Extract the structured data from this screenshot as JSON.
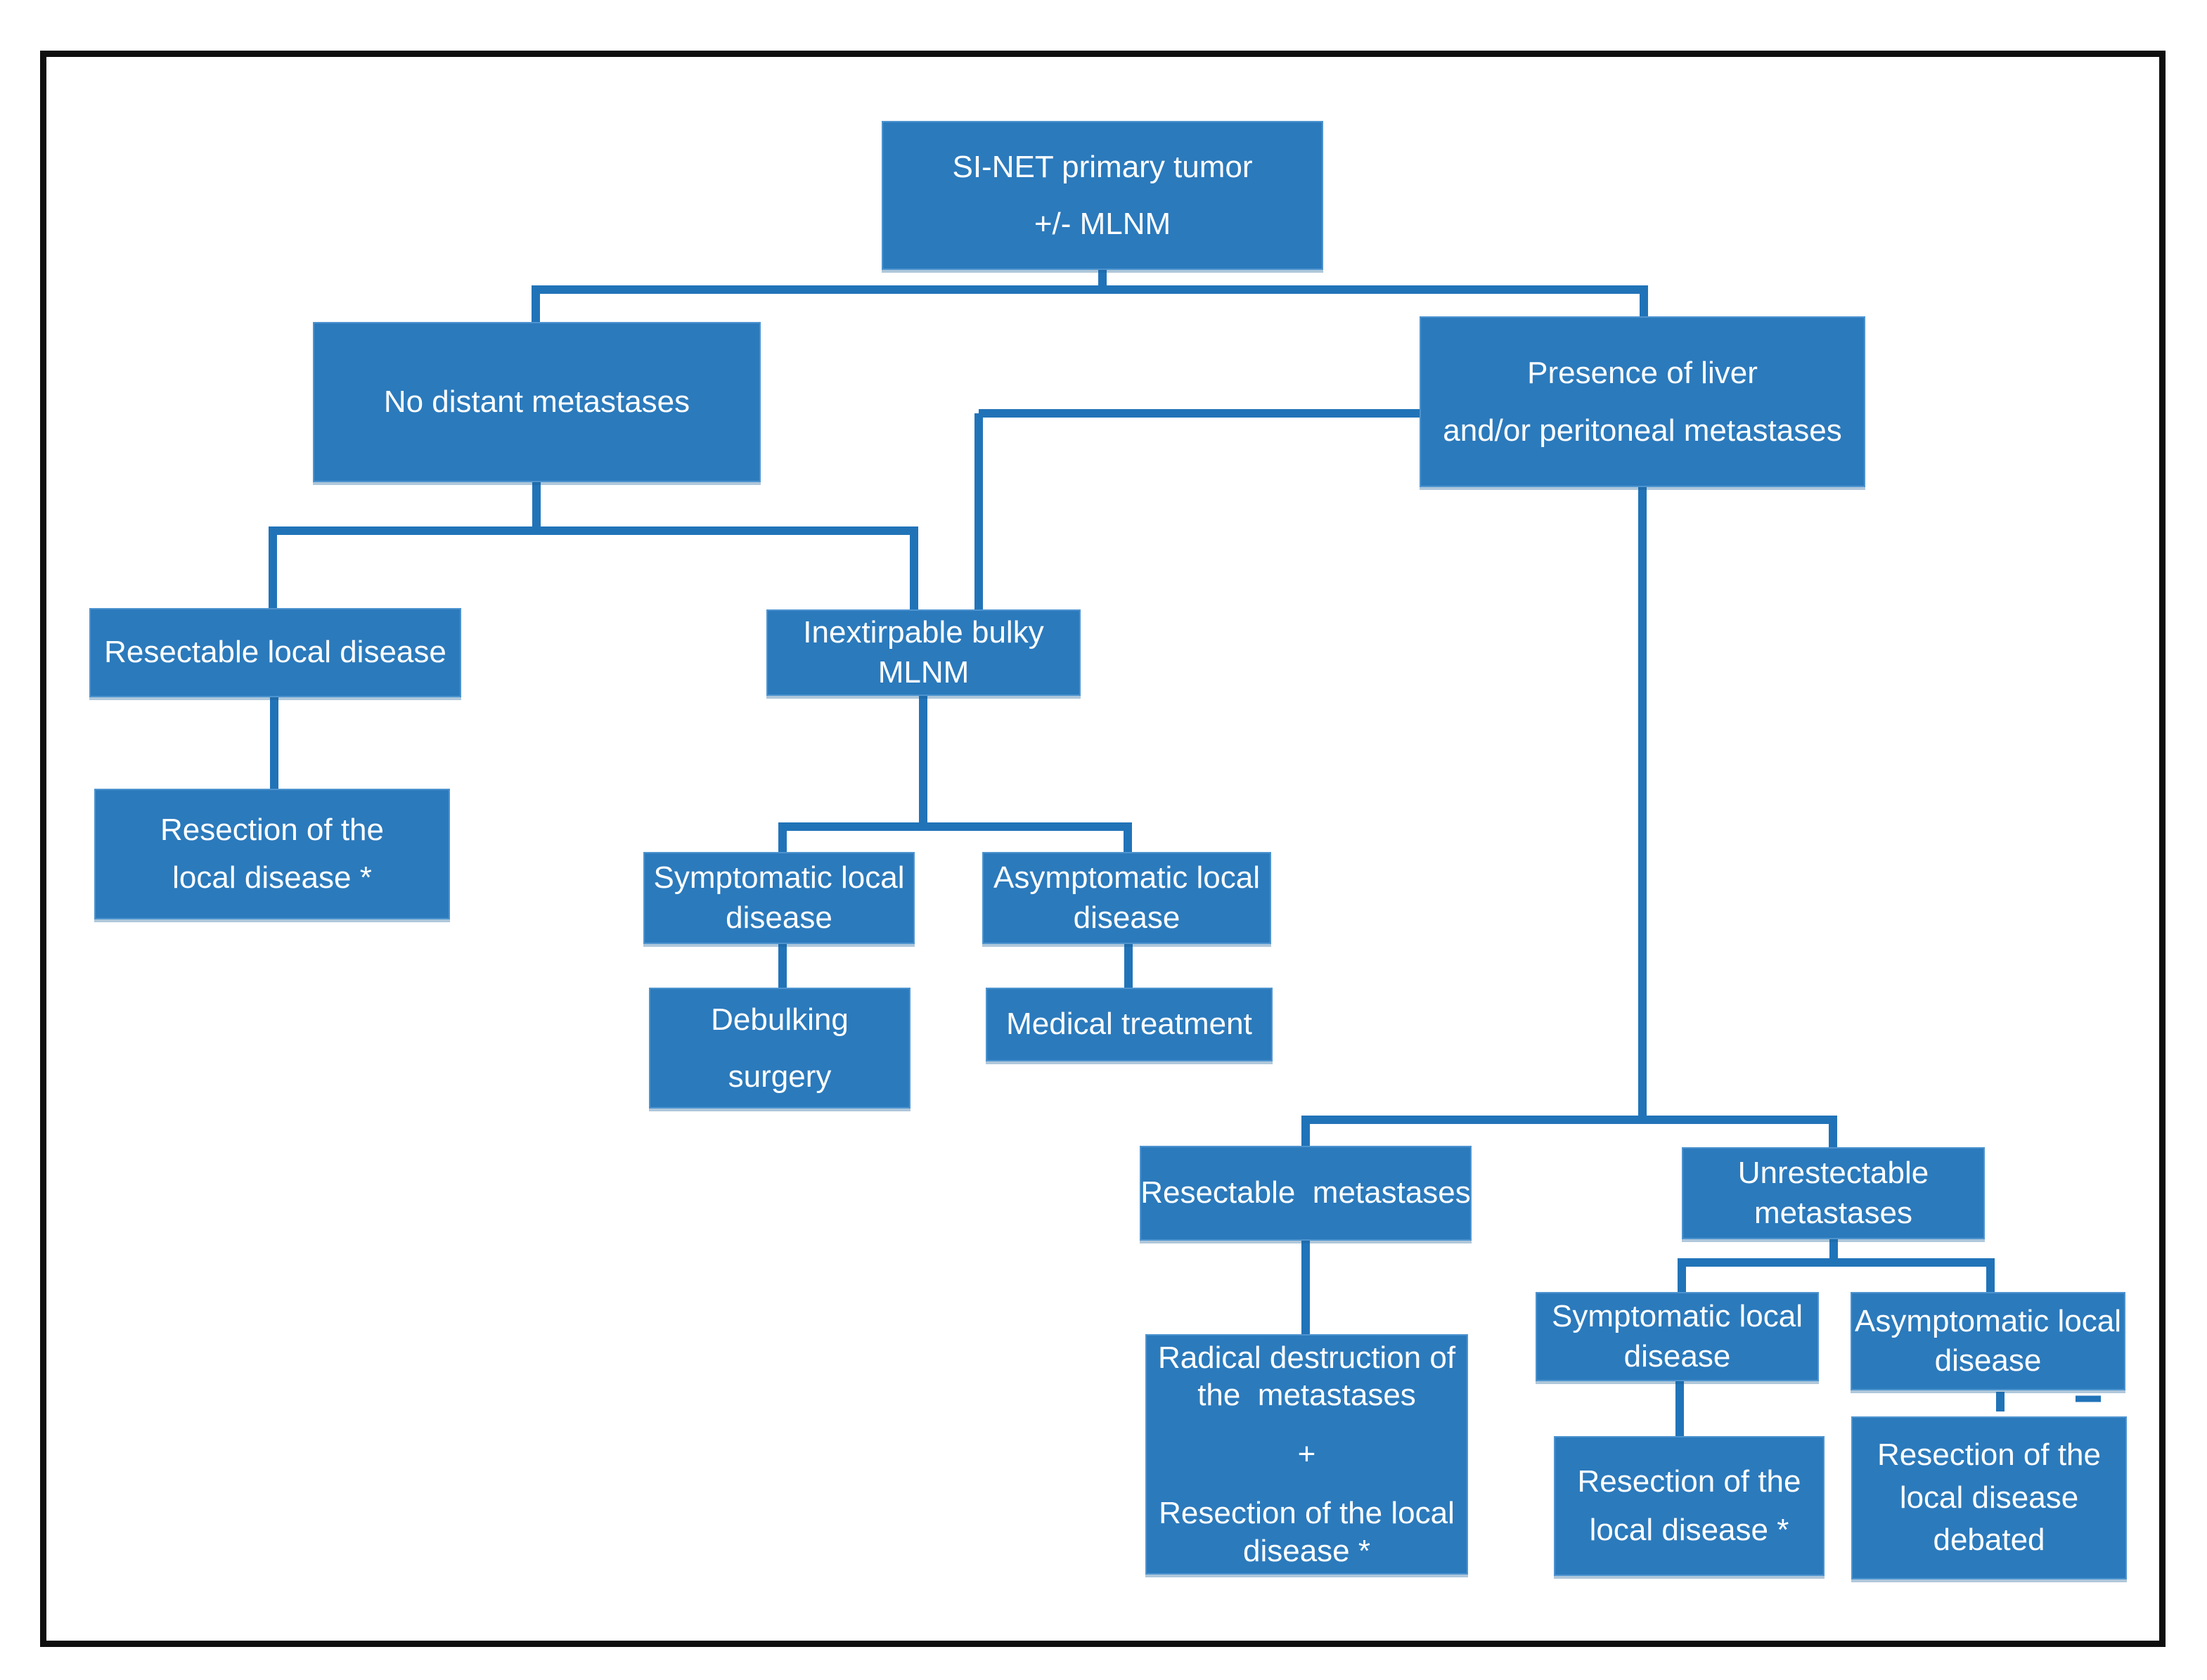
{
  "colors": {
    "node_fill": "#2b7abc",
    "node_border": "#4e94cf",
    "connector": "#2173b8",
    "frame": "#0f0f0f",
    "text": "#ffffff",
    "background": "#ffffff"
  },
  "nodes": {
    "primary": {
      "lines": [
        "SI-NET primary tumor",
        "+/- MLNM"
      ]
    },
    "no_distant": {
      "lines": [
        "No distant metastases"
      ]
    },
    "presence": {
      "lines": [
        "Presence of liver",
        "and/or peritoneal metastases"
      ]
    },
    "resectable_local": {
      "lines": [
        "Resectable local disease"
      ]
    },
    "resection_local": {
      "lines": [
        "Resection of the",
        "local disease *"
      ]
    },
    "inextirpable": {
      "lines": [
        "Inextirpable bulky",
        "MLNM"
      ]
    },
    "symptomatic_mid": {
      "lines": [
        "Symptomatic local",
        "disease"
      ]
    },
    "asymptomatic_mid": {
      "lines": [
        "Asymptomatic local",
        "disease"
      ]
    },
    "debulking": {
      "lines": [
        "Debulking",
        "surgery"
      ]
    },
    "medical": {
      "lines": [
        "Medical treatment"
      ]
    },
    "resectable_mets": {
      "lines": [
        "Resectable  metastases"
      ]
    },
    "unrestectable": {
      "lines": [
        "Unrestectable",
        "metastases"
      ]
    },
    "radical": {
      "lines": [
        "Radical destruction of",
        "the  metastases",
        "+",
        "Resection of the local",
        "disease *"
      ]
    },
    "symptomatic_right": {
      "lines": [
        "Symptomatic local",
        "disease"
      ]
    },
    "asymptomatic_right": {
      "lines": [
        "Asymptomatic local",
        "disease"
      ]
    },
    "resection_right": {
      "lines": [
        "Resection of the",
        "local disease *"
      ]
    },
    "resection_debated": {
      "lines": [
        "Resection of the",
        "local disease",
        "debated"
      ]
    },
    "stray_dash": {
      "lines": [
        "-"
      ]
    }
  }
}
